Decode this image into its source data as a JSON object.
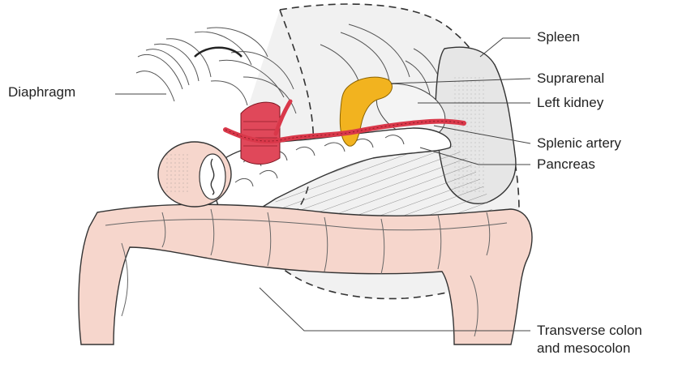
{
  "labels": {
    "diaphragm": "Diaphragm",
    "spleen": "Spleen",
    "suprarenal": "Suprarenal",
    "left_kidney": "Left kidney",
    "splenic_artery": "Splenic artery",
    "pancreas": "Pancreas",
    "transverse_colon_line1": "Transverse colon",
    "transverse_colon_line2": "and mesocolon"
  },
  "colors": {
    "colon": "#f6d6cc",
    "spleen": "#e6e6e6",
    "suprarenal": "#f2b31f",
    "artery": "#d9384a",
    "aorta": "#e0485a",
    "stroke": "#333333",
    "leader": "#444444"
  }
}
